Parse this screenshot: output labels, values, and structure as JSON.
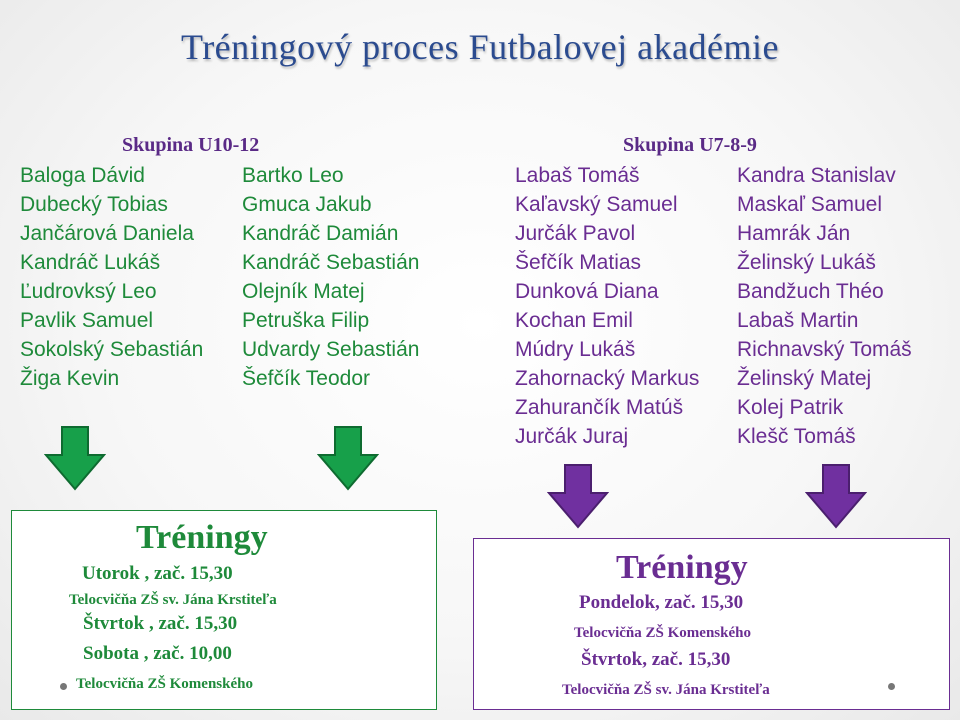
{
  "title": "Tréningový  proces Futbalovej akadémie",
  "left_group": {
    "heading": "Skupina U10-12",
    "col1": [
      "Baloga  Dávid",
      "Dubecký  Tobias",
      "Jančárová  Daniela",
      "Kandráč  Lukáš",
      "Ľudrovksý  Leo",
      "Pavlik  Samuel",
      "Sokolský  Sebastián",
      "Žiga  Kevin"
    ],
    "col2": [
      "Bartko  Leo",
      "Gmuca Jakub",
      "Kandráč  Damián",
      "Kandráč  Sebastián",
      "Olejník  Matej",
      "Petruška  Filip",
      "Udvardy  Sebastián",
      "Šefčík  Teodor"
    ]
  },
  "right_group": {
    "heading": "Skupina U7-8-9",
    "col1": [
      "Labaš Tomáš",
      "Kaľavský  Samuel",
      "Jurčák  Pavol",
      "Šefčík  Matias",
      "Dunková  Diana",
      "Kochan  Emil",
      "Múdry  Lukáš",
      "Zahornacký  Markus",
      "Zahurančík  Matúš",
      "Jurčák  Juraj"
    ],
    "col2": [
      "Kandra  Stanislav",
      "Maskaľ  Samuel",
      "Hamrák  Ján",
      "Želinský  Lukáš",
      "Bandžuch  Théo",
      "Labaš  Martin",
      "Richnavský  Tomáš",
      "Želinský  Matej",
      "Kolej  Patrik",
      "Klešč  Tomáš"
    ]
  },
  "left_box": {
    "title": "Tréningy",
    "line1": "Utorok  ,      zač. 15,30",
    "line2": "Telocvičňa ZŠ sv. Jána Krstiteľa",
    "line3": "Štvrtok ,      zač. 15,30",
    "line4": "Sobota ,       zač. 10,00",
    "line5": "Telocvičňa ZŠ Komenského"
  },
  "right_box": {
    "title": "Tréningy",
    "line1": "Pondelok, zač. 15,30",
    "line2": "Telocvičňa ZŠ Komenského",
    "line3": "Štvrtok,    zač.  15,30",
    "line4": "Telocvičňa ZŠ sv. Jána Krstiteľa"
  },
  "colors": {
    "title": "#2b4b8f",
    "green": "#1e8a3a",
    "purple": "#6a2d92",
    "arrow_green": "#17a04a",
    "arrow_purple": "#7030a0"
  },
  "icons": {
    "arrow": "down-arrow-icon",
    "bullet": "bullet-icon"
  }
}
